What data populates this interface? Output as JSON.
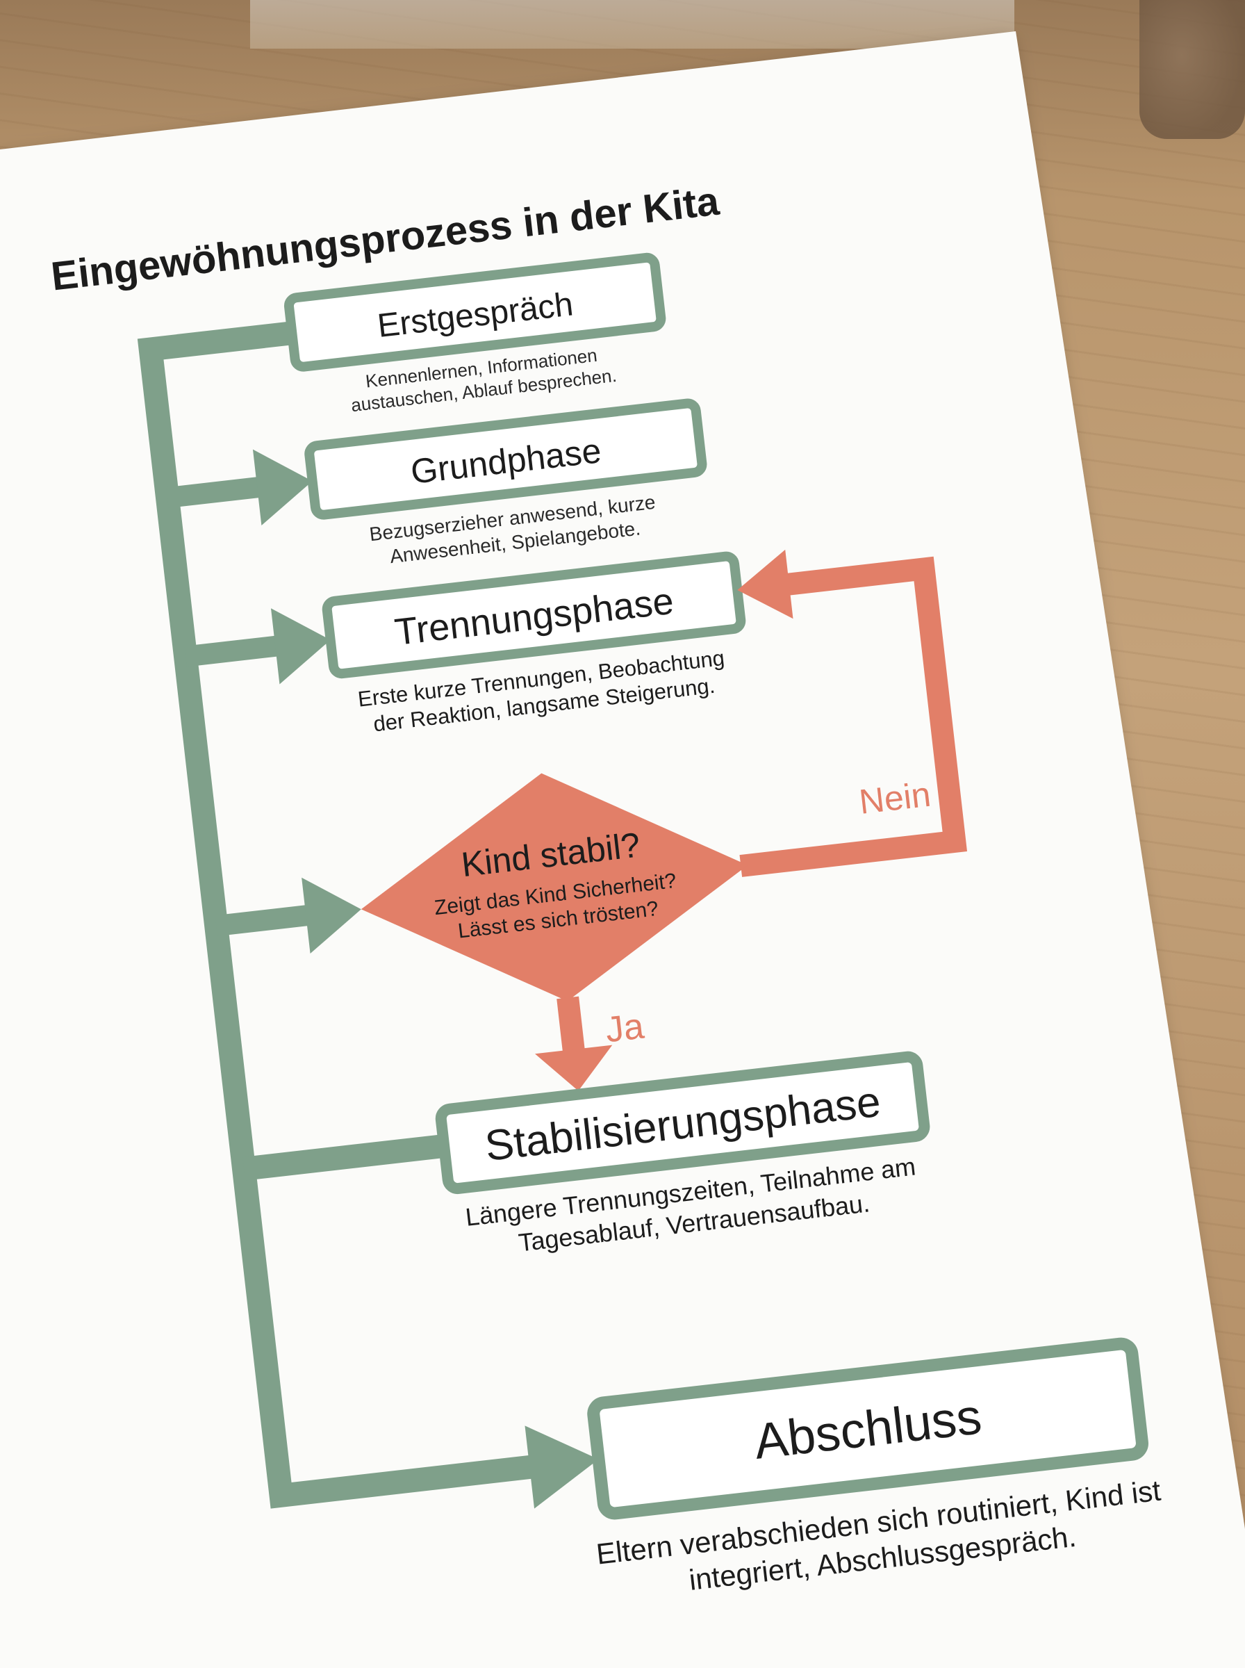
{
  "title": "Eingewöhnungsprozess in der Kita",
  "steps": [
    {
      "label": "Erstgespräch",
      "desc": [
        "Kennenlernen, Informationen",
        "austauschen, Ablauf besprechen."
      ]
    },
    {
      "label": "Grundphase",
      "desc": [
        "Bezugserzieher anwesend, kurze",
        "Anwesenheit, Spielangebote."
      ]
    },
    {
      "label": "Trennungsphase",
      "desc": [
        "Erste kurze Trennungen, Beobachtung",
        "der Reaktion, langsame Steigerung."
      ]
    },
    {
      "label": "Stabilisierungsphase",
      "desc": [
        "Längere Trennungszeiten, Teilnahme am",
        "Tagesablauf, Vertrauensaufbau."
      ]
    },
    {
      "label": "Abschluss",
      "desc": [
        "Eltern verabschieden sich routiniert, Kind ist",
        "integriert, Abschlussgespräch."
      ]
    }
  ],
  "decision": {
    "label": "Kind stabil?",
    "desc": [
      "Zeigt das Kind Sicherheit?",
      "Lässt es sich trösten?"
    ],
    "no_label": "Nein",
    "yes_label": "Ja"
  },
  "colors": {
    "green": "#7fa08a",
    "coral": "#e27f68",
    "text": "#1c1c1c",
    "paper": "#fbfbf9"
  }
}
